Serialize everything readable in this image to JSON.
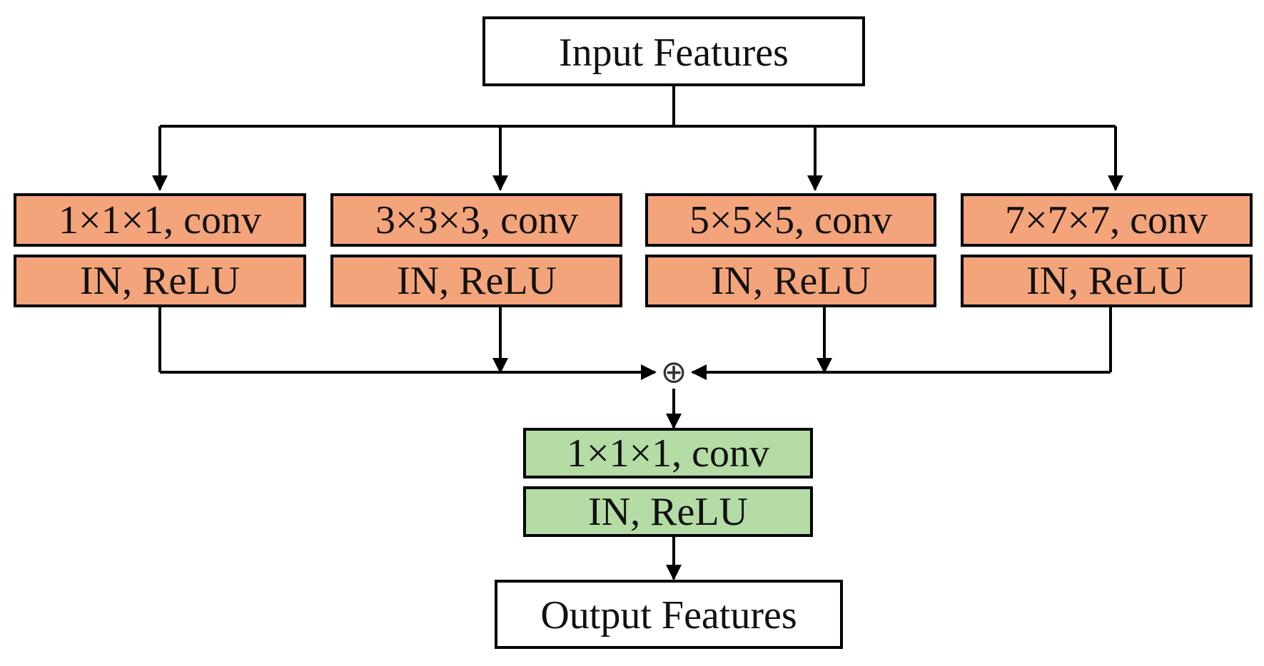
{
  "colors": {
    "branch_fill": "#f4a47a",
    "fusion_fill": "#b4dca4",
    "io_fill": "#ffffff",
    "line": "#000000"
  },
  "input": {
    "label": "Input Features"
  },
  "branches": [
    {
      "conv": "1×1×1, conv",
      "norm": "IN, ReLU"
    },
    {
      "conv": "3×3×3, conv",
      "norm": "IN, ReLU"
    },
    {
      "conv": "5×5×5, conv",
      "norm": "IN, ReLU"
    },
    {
      "conv": "7×7×7, conv",
      "norm": "IN, ReLU"
    }
  ],
  "merge": {
    "symbol": "⊕"
  },
  "fusion": {
    "conv": "1×1×1, conv",
    "norm": "IN, ReLU"
  },
  "output": {
    "label": "Output Features"
  }
}
